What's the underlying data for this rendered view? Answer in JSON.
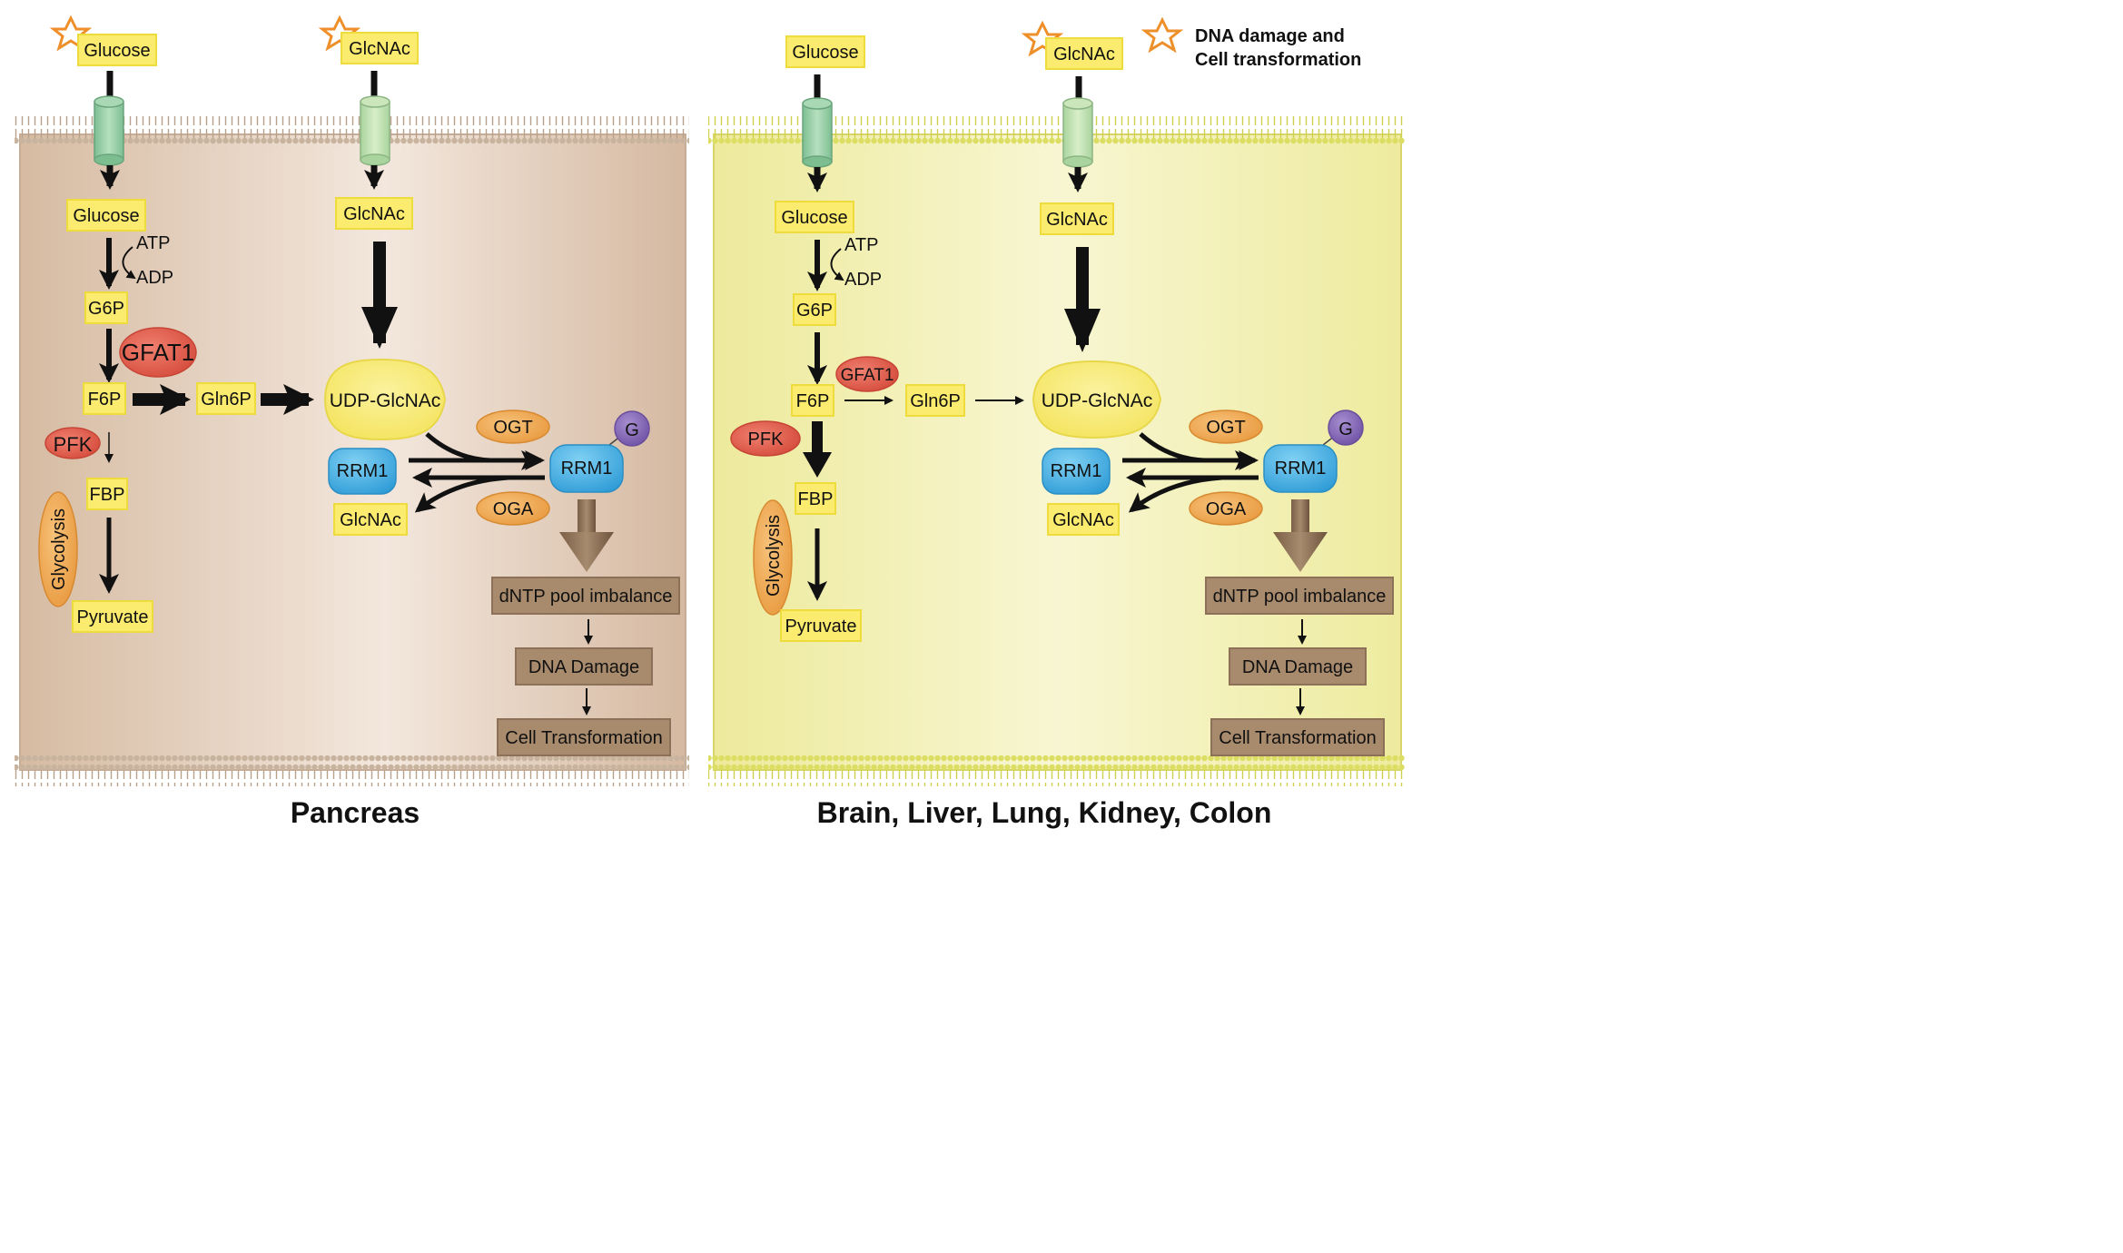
{
  "legend": {
    "line1": "DNA damage and",
    "line2": "Cell transformation"
  },
  "colors": {
    "yellow_box": "#FBEB6E",
    "yellow_box_border": "#EEDC3C",
    "transporter": "#8FCBA0",
    "gfat": "#DE5A4A",
    "pfk": "#DE5A4A",
    "oga_ogt": "#EAA04E",
    "rrm1": "#3BA6DA",
    "g_circle": "#8467B4",
    "brown_box": "#A88A6C",
    "star": "#EE8F2A",
    "left_cell_bg": "#D9BFA8",
    "right_cell_bg": "#F2F0B3"
  },
  "left": {
    "caption": "Pancreas",
    "outside_glucose": "Glucose",
    "outside_glcnac": "GlcNAc",
    "glucose": "Glucose",
    "atp": "ATP",
    "adp": "ADP",
    "g6p": "G6P",
    "gfat1": "GFAT1",
    "f6p": "F6P",
    "gln6p": "Gln6P",
    "pfk": "PFK",
    "fbp": "FBP",
    "glycolysis": "Glycolysis",
    "pyruvate": "Pyruvate",
    "glcnac": "GlcNAc",
    "udp_glcnac": "UDP-GlcNAc",
    "ogt": "OGT",
    "oga": "OGA",
    "rrm1_left": "RRM1",
    "rrm1_right": "RRM1",
    "g": "G",
    "glcnac_released": "GlcNAc",
    "dntp": "dNTP pool imbalance",
    "dna_damage": "DNA Damage",
    "cell_transformation": "Cell Transformation"
  },
  "right": {
    "caption": "Brain, Liver, Lung, Kidney, Colon",
    "outside_glucose": "Glucose",
    "outside_glcnac": "GlcNAc",
    "glucose": "Glucose",
    "atp": "ATP",
    "adp": "ADP",
    "g6p": "G6P",
    "gfat1": "GFAT1",
    "f6p": "F6P",
    "gln6p": "Gln6P",
    "pfk": "PFK",
    "fbp": "FBP",
    "glycolysis": "Glycolysis",
    "pyruvate": "Pyruvate",
    "glcnac": "GlcNAc",
    "udp_glcnac": "UDP-GlcNAc",
    "ogt": "OGT",
    "oga": "OGA",
    "rrm1_left": "RRM1",
    "rrm1_right": "RRM1",
    "g": "G",
    "glcnac_released": "GlcNAc",
    "dntp": "dNTP pool imbalance",
    "dna_damage": "DNA Damage",
    "cell_transformation": "Cell Transformation"
  }
}
